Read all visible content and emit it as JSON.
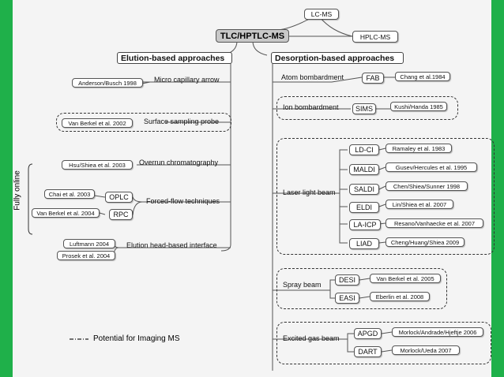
{
  "root": "TLC/HPTLC-MS",
  "lcms": "LC-MS",
  "hplcms": "HPLC-MS",
  "elution": {
    "title": "Elution-based approaches",
    "items": [
      {
        "label": "Micro capillary arrow",
        "cite": "Anderson/Busch 1998"
      },
      {
        "label": "Surface sampling probe",
        "cite": "Van Berkel et al. 2002"
      },
      {
        "label": "Overrun chromatography",
        "cite": "Hsu/Shiea et al. 2003"
      },
      {
        "label": "Forced-flow techniques",
        "sub": [
          {
            "tech": "OPLC",
            "cite": "Chai et al. 2003"
          },
          {
            "tech": "RPC",
            "cite": "Van Berkel et al. 2004"
          }
        ]
      },
      {
        "label": "Elution head-based interface",
        "cites": [
          "Luftmann 2004",
          "Prosek et al. 2004"
        ]
      }
    ]
  },
  "fully_online": "Fully online",
  "desorption": {
    "title": "Desorption-based approaches",
    "atom": {
      "label": "Atom bombardment",
      "tech": "FAB",
      "cite": "Chang et al.1984"
    },
    "ion": {
      "label": "Ion bombardment",
      "tech": "SIMS",
      "cite": "Kushi/Handa 1985"
    },
    "laser": {
      "label": "Laser light beam",
      "techs": [
        {
          "tech": "LD-CI",
          "cite": "Ramaley et al. 1983"
        },
        {
          "tech": "MALDI",
          "cite": "Gusev/Hercules et al. 1995"
        },
        {
          "tech": "SALDI",
          "cite": "Chen/Shiea/Sunner 1998"
        },
        {
          "tech": "ELDI",
          "cite": "Lin/Shiea et al. 2007"
        },
        {
          "tech": "LA-ICP",
          "cite": "Resano/Vanhaecke et al. 2007"
        },
        {
          "tech": "LIAD",
          "cite": "Cheng/Huang/Shiea 2009"
        }
      ]
    },
    "spray": {
      "label": "Spray beam",
      "techs": [
        {
          "tech": "DESI",
          "cite": "Van Berkel et al. 2005"
        },
        {
          "tech": "EASI",
          "cite": "Eberlin et al. 2008"
        }
      ]
    },
    "excited": {
      "label": "Excited gas beam",
      "techs": [
        {
          "tech": "APGD",
          "cite": "Morlock/Andrade/Hjeftje 2006"
        },
        {
          "tech": "DART",
          "cite": "Morlock/Ueda 2007"
        }
      ]
    }
  },
  "legend": "Potential for Imaging MS"
}
